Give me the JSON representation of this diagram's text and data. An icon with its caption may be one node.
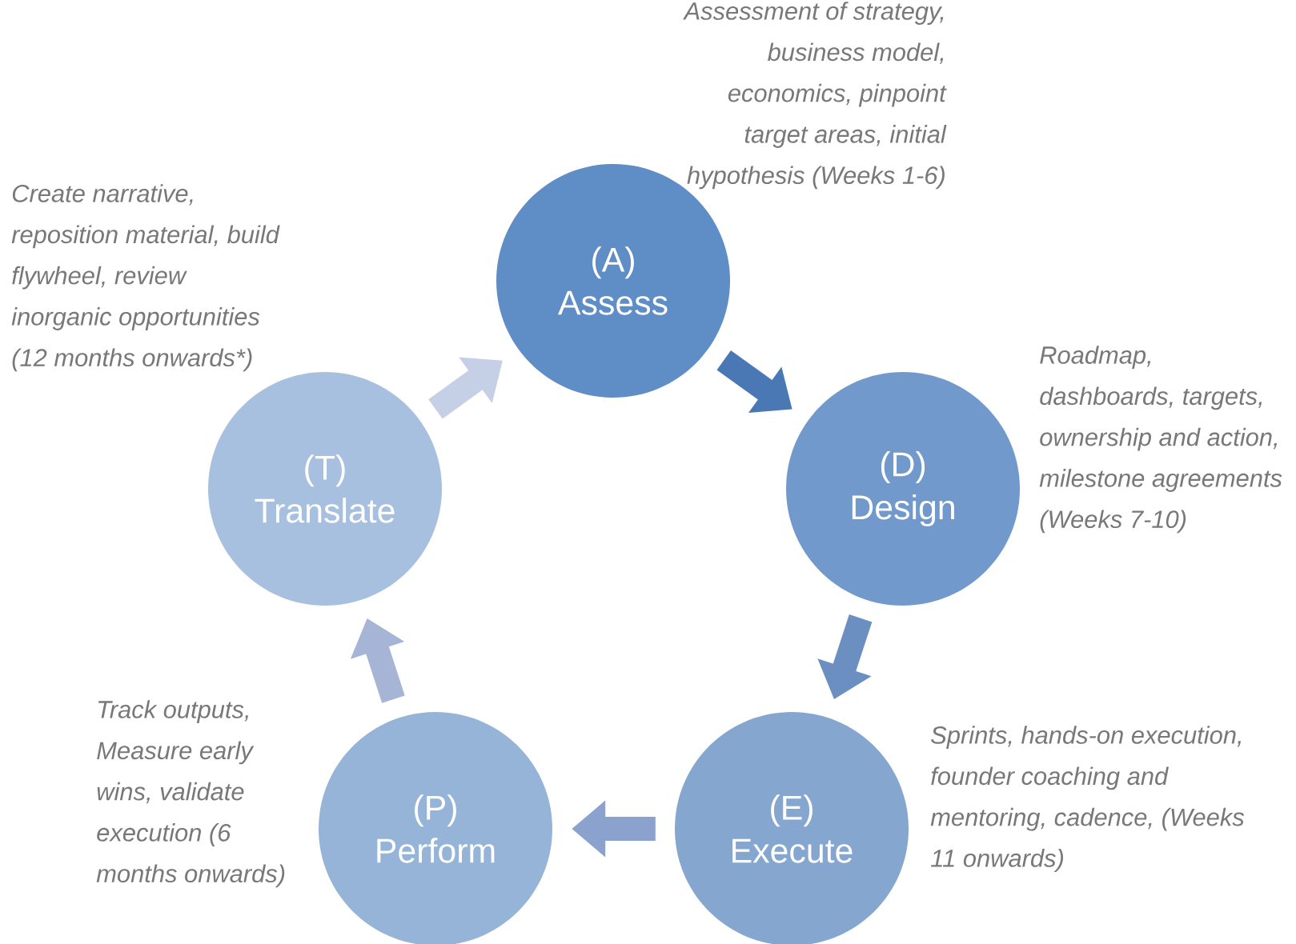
{
  "diagram": {
    "nodes": [
      {
        "text": [
          "(A)",
          "Assess"
        ],
        "beside": [
          "Assessment of strategy, business model, economics, pinpoint target areas, initial hypothesis (Weeks 1-6)"
        ]
      },
      {
        "text": [
          "(D)",
          "Design"
        ],
        "beside": [
          "Roadmap, dashboards, targets, ownership and action, milestone agreements (Weeks 7-10)"
        ]
      },
      {
        "text": [
          "(E)",
          "Execute"
        ],
        "beside": [
          "Sprints, hands-on execution, founder coaching and mentoring, cadence, (Weeks 11 onwards)"
        ]
      },
      {
        "text": [
          "(P)",
          "Perform"
        ],
        "beside": [
          "Track outputs, Measure early wins, validate execution (6 months onwards)"
        ]
      },
      {
        "text": [
          "(T)",
          "Translate"
        ],
        "beside": [
          "Create narrative, reposition material, build flywheel, review inorganic opportunities (12 months onwards*)"
        ]
      }
    ],
    "edges": [
      {
        "from": 0,
        "to": 1,
        "arrow": "to",
        "color": "#4a78b5"
      },
      {
        "from": 1,
        "to": 2,
        "arrow": "to",
        "color": "#6a8fc0"
      },
      {
        "from": 2,
        "to": 3,
        "arrow": "to",
        "color": "#8aa2cd"
      },
      {
        "from": 3,
        "to": 4,
        "arrow": "to",
        "color": "#a6b4d6"
      },
      {
        "from": 4,
        "to": 0,
        "arrow": "to",
        "color": "#c5d0e6"
      }
    ]
  }
}
